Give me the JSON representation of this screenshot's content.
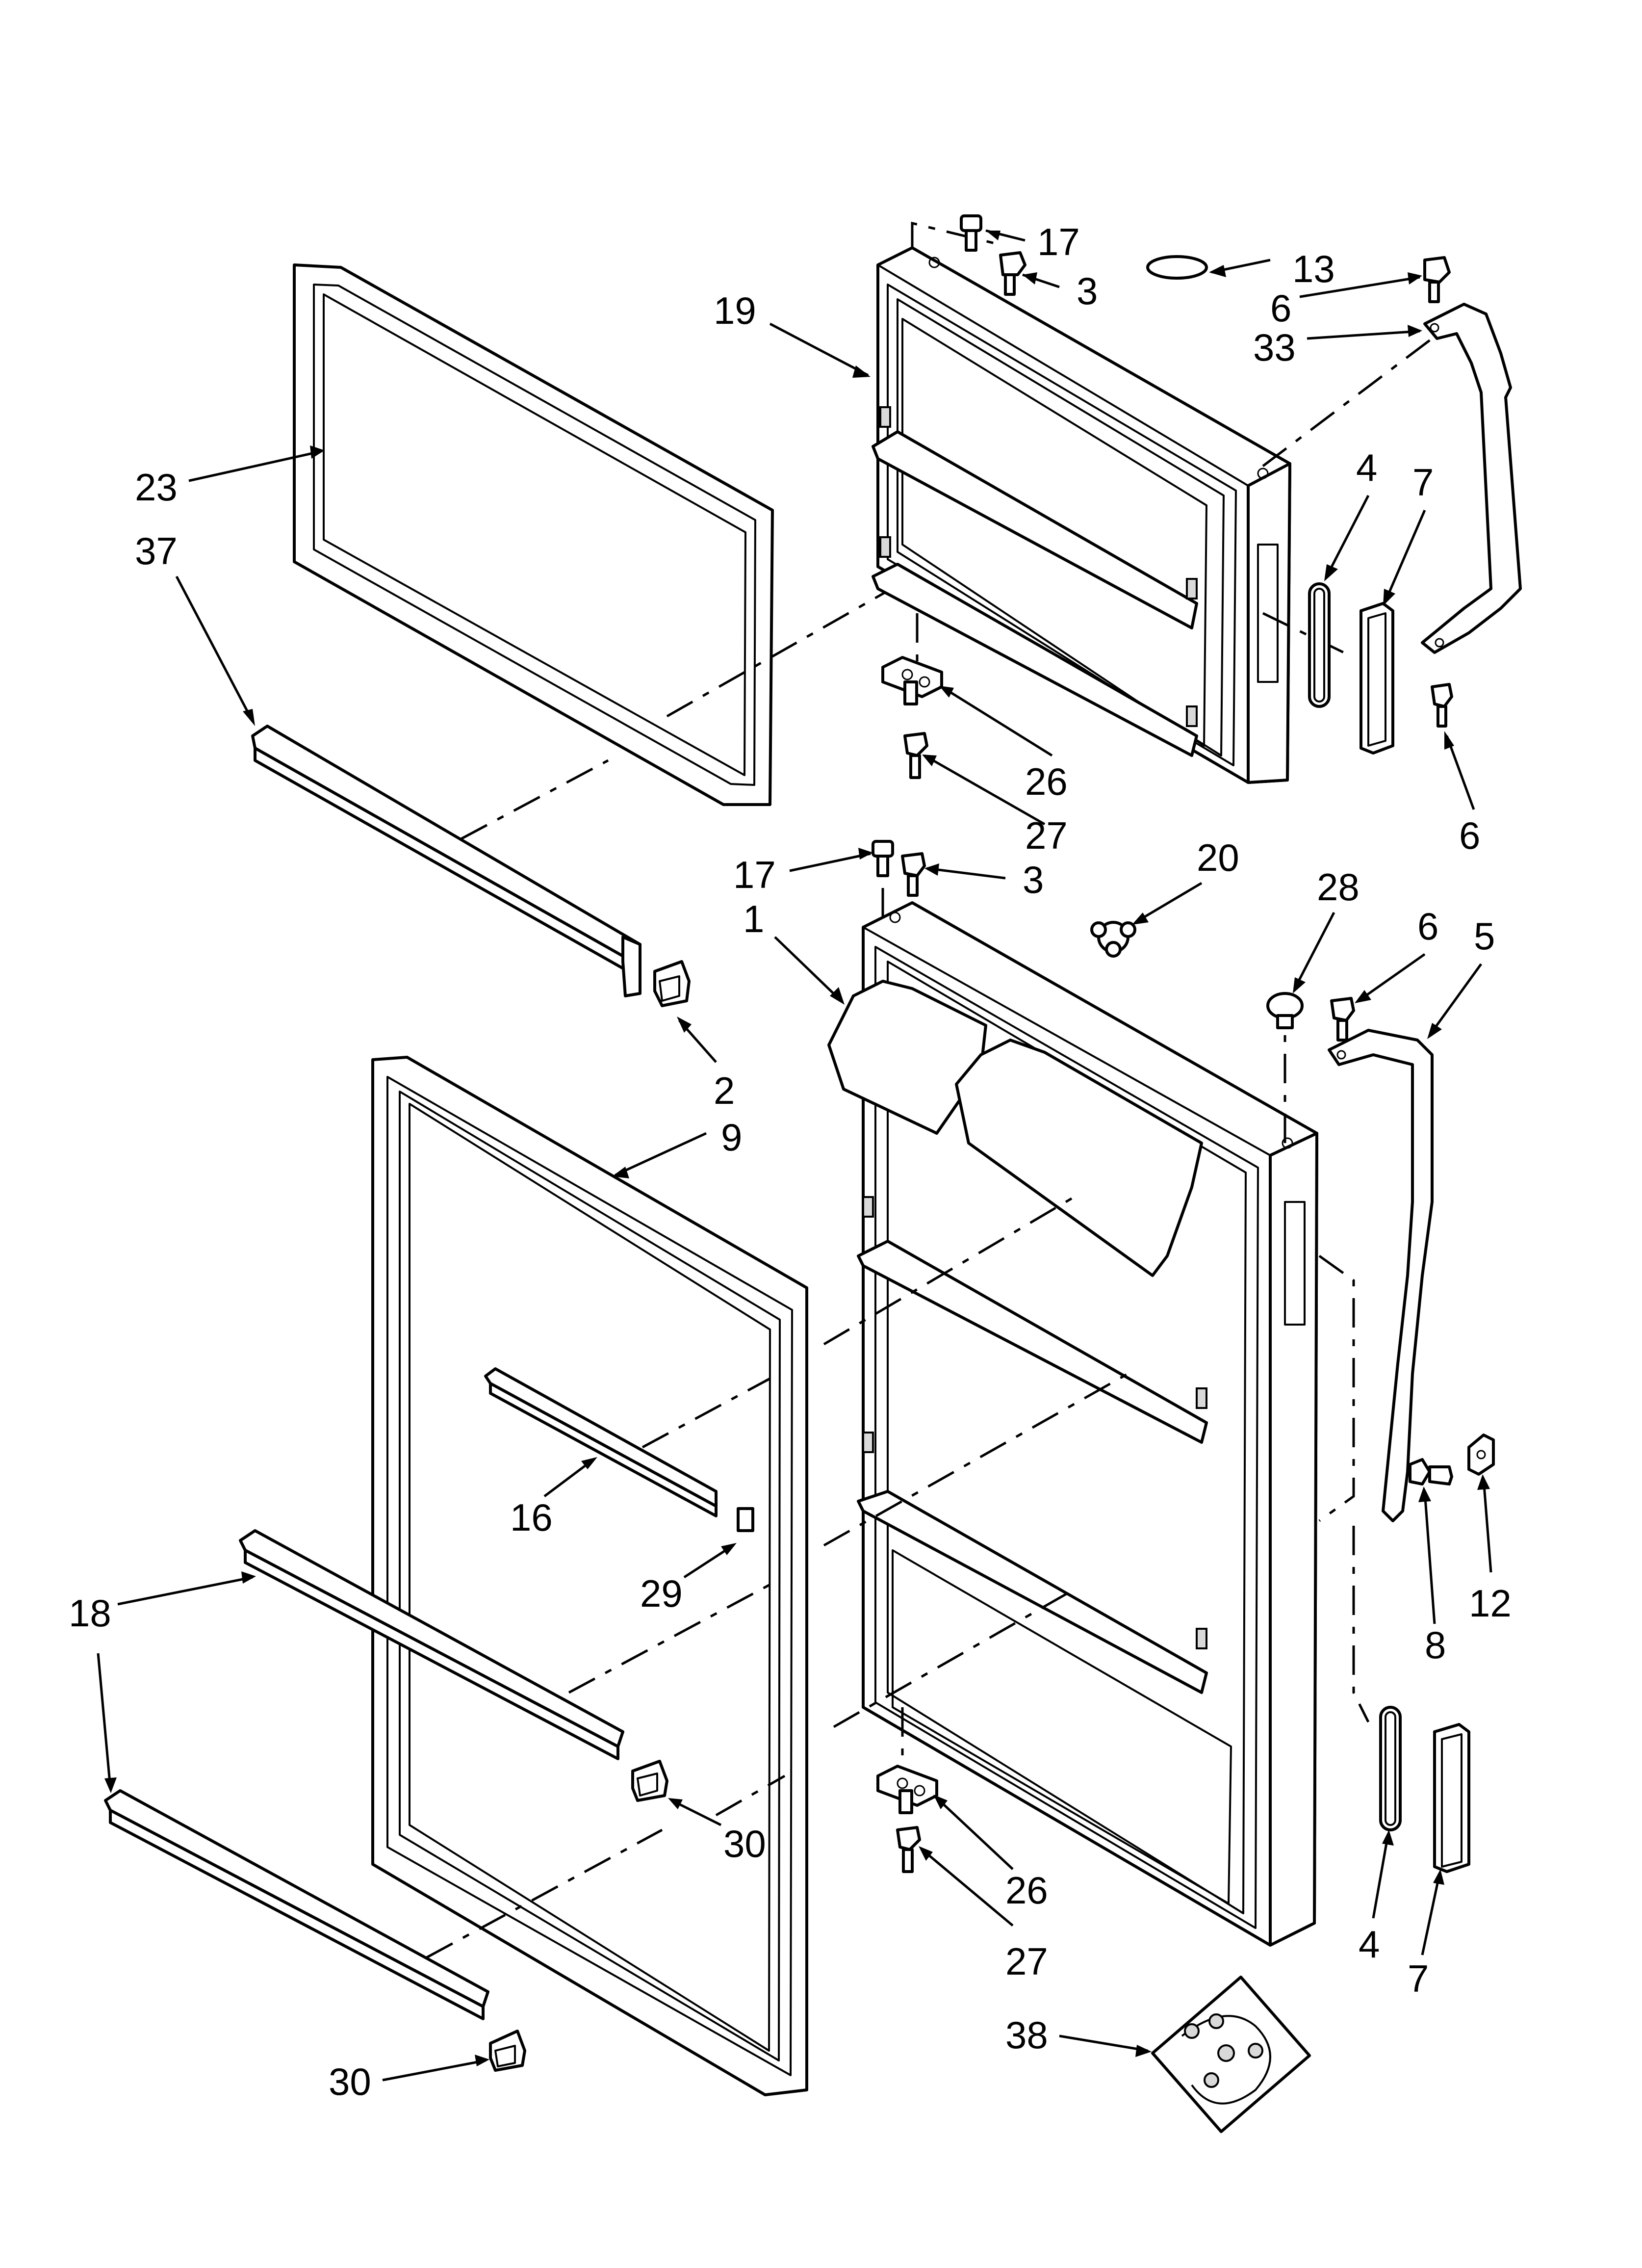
{
  "callouts": {
    "c17a": "17",
    "c3a": "3",
    "c13": "13",
    "c6a": "6",
    "c33": "33",
    "c19": "19",
    "c23": "23",
    "c37": "37",
    "c4a": "4",
    "c7a": "7",
    "c26a": "26",
    "c27a": "27",
    "c6b": "6",
    "c17b": "17",
    "c3b": "3",
    "c20": "20",
    "c28": "28",
    "c6c": "6",
    "c5": "5",
    "c1": "1",
    "c2": "2",
    "c9": "9",
    "c16": "16",
    "c29": "29",
    "c18": "18",
    "c8": "8",
    "c12": "12",
    "c30a": "30",
    "c26b": "26",
    "c27b": "27",
    "c4b": "4",
    "c7b": "7",
    "c38": "38",
    "c30b": "30"
  },
  "colors": {
    "line": "#000000",
    "background": "#ffffff",
    "fill": "#ffffff",
    "shade": "#d9d9d9"
  }
}
